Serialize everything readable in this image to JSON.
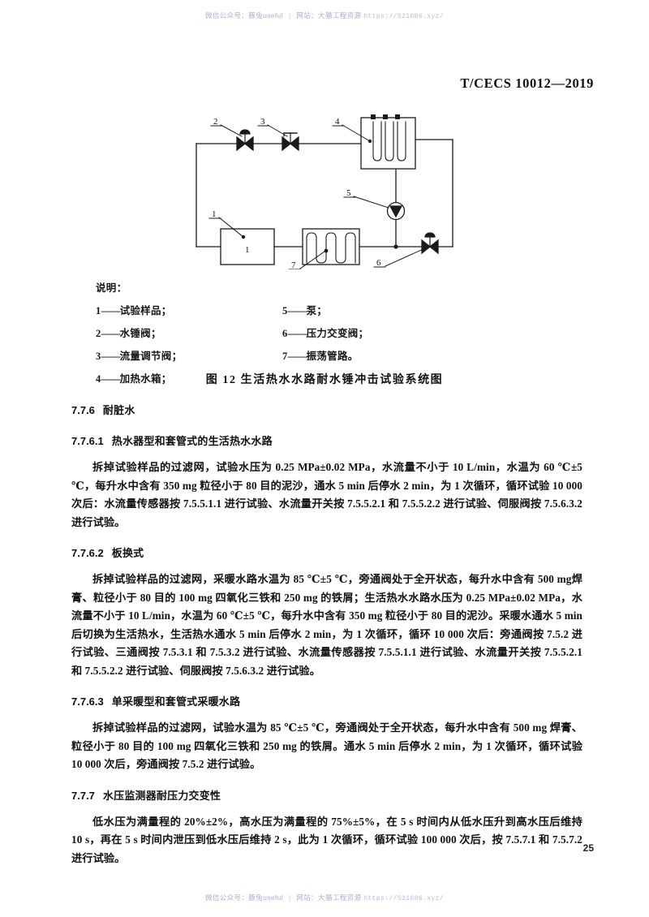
{
  "watermark": {
    "wechat_label": "微信公众号：豚兔useful",
    "separator": "|",
    "site_label": "网站：大猫工程资源",
    "url": "https://521686.xyz/"
  },
  "header": {
    "standard_code": "T/CECS 10012—2019"
  },
  "figure": {
    "caption": "图 12   生活热水水路耐水锤冲击试验系统图",
    "legend_title": "说明：",
    "legend_items": [
      {
        "num": "1",
        "dash": "——",
        "label": "试验样品；"
      },
      {
        "num": "5",
        "dash": "——",
        "label": "泵；"
      },
      {
        "num": "2",
        "dash": "——",
        "label": "水锤阀；"
      },
      {
        "num": "6",
        "dash": "——",
        "label": "压力交变阀；"
      },
      {
        "num": "3",
        "dash": "——",
        "label": "流量调节阀；"
      },
      {
        "num": "7",
        "dash": "——",
        "label": "振荡管路。"
      },
      {
        "num": "4",
        "dash": "——",
        "label": "加热水箱；"
      },
      {
        "num": "",
        "dash": "",
        "label": ""
      }
    ],
    "callouts": {
      "sample": "1",
      "water_hammer_valve": "2",
      "flow_regulating_valve": "3",
      "heating_tank": "4",
      "pump": "5",
      "pressure_alternating_valve": "6",
      "oscillating_pipe": "7"
    },
    "sample_box_label": "1"
  },
  "sections": [
    {
      "id": "7.7.6",
      "number": "7.7.6",
      "title": "耐脏水",
      "level": 1,
      "paragraphs": []
    },
    {
      "id": "7.7.6.1",
      "number": "7.7.6.1",
      "title": "热水器型和套管式的生活热水水路",
      "level": 2,
      "paragraphs": [
        "拆掉试验样品的过滤网，试验水压为 0.25 MPa±0.02 MPa，水流量不小于 10 L/min，水温为 60 ℃±5 ℃，每升水中含有 350 mg 粒径小于 80 目的泥沙，通水 5 min 后停水 2 min，为 1 次循环，循环试验 10 000 次后：水流量传感器按 7.5.5.1.1 进行试验、水流量开关按 7.5.5.2.1 和 7.5.5.2.2 进行试验、伺服阀按 7.5.6.3.2 进行试验。"
      ]
    },
    {
      "id": "7.7.6.2",
      "number": "7.7.6.2",
      "title": "板换式",
      "level": 2,
      "paragraphs": [
        "拆掉试验样品的过滤网，采暖水路水温为 85 ℃±5 ℃，旁通阀处于全开状态，每升水中含有 500 mg焊膏、粒径小于 80 目的 100 mg 四氧化三铁和 250 mg 的铁屑；生活热水水路水压为 0.25 MPa±0.02 MPa，水流量不小于 10 L/min，水温为 60 ℃±5 ℃，每升水中含有 350 mg 粒径小于 80 目的泥沙。采暖水通水 5 min 后切换为生活热水，生活热水通水 5 min 后停水 2 min，为 1 次循环，循环 10 000 次后：旁通阀按 7.5.2 进行试验、三通阀按 7.5.3.1 和 7.5.3.2 进行试验、水流量传感器按 7.5.5.1.1 进行试验、水流量开关按 7.5.5.2.1 和 7.5.5.2.2 进行试验、伺服阀按 7.5.6.3.2 进行试验。"
      ]
    },
    {
      "id": "7.7.6.3",
      "number": "7.7.6.3",
      "title": "单采暖型和套管式采暖水路",
      "level": 2,
      "paragraphs": [
        "拆掉试验样品的过滤网，试验水温为 85 ℃±5 ℃，旁通阀处于全开状态，每升水中含有 500 mg 焊膏、粒径小于 80 目的 100 mg 四氧化三铁和 250 mg 的铁屑。通水 5 min 后停水 2 min，为 1 次循环，循环试验 10 000 次后，旁通阀按 7.5.2 进行试验。"
      ]
    },
    {
      "id": "7.7.7",
      "number": "7.7.7",
      "title": "水压监测器耐压力交变性",
      "level": 1,
      "paragraphs": [
        "低水压为满量程的 20%±2%，高水压为满量程的 75%±5%，在 5 s 时间内从低水压升到高水压后维持 10 s，再在 5 s 时间内泄压到低水压后维持 2 s，此为 1 次循环，循环试验 100 000 次后，按 7.5.7.1 和 7.5.7.2 进行试验。"
      ]
    }
  ],
  "footer": {
    "page_number": "25"
  },
  "colors": {
    "ink": "#111111",
    "line": "#1a1a1a",
    "watermark": "#9aa3c4",
    "paper": "#ffffff"
  }
}
